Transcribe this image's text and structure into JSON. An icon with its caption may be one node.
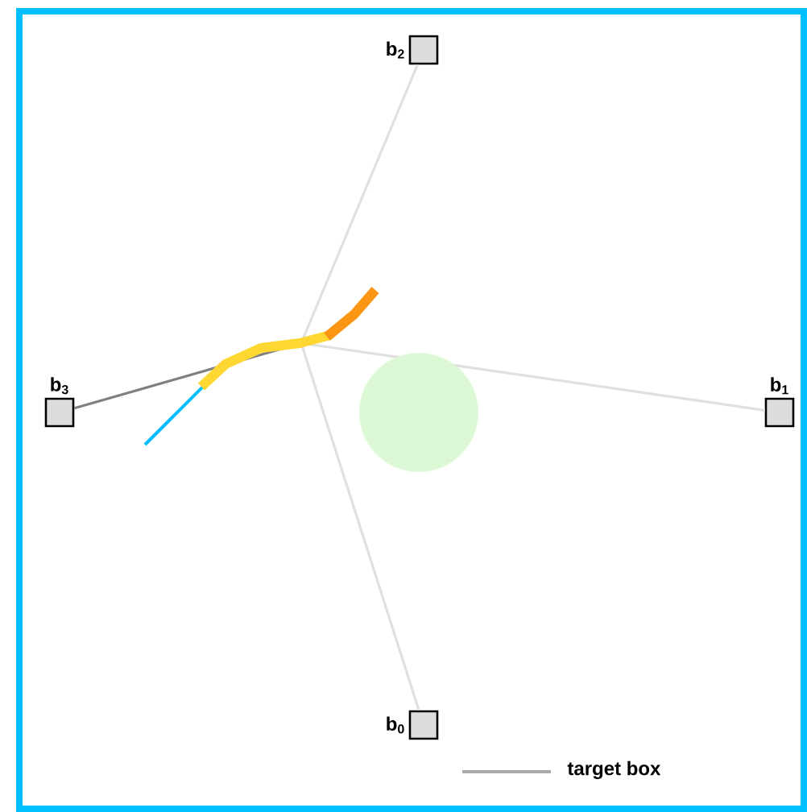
{
  "diagram": {
    "nodes": [
      {
        "text": [
          "b$_{2}$"
        ]
      },
      {
        "text": [
          "b$_{3}$"
        ]
      },
      {
        "text": [
          "b$_{1}$"
        ]
      },
      {
        "text": [
          "b$_{0}$"
        ]
      }
    ],
    "edges": [
      {
        "from": null,
        "to": 0,
        "arrow": "none"
      },
      {
        "from": null,
        "to": 1,
        "arrow": "none",
        "color": "#7f7f7f"
      },
      {
        "from": null,
        "to": 2,
        "arrow": "none"
      },
      {
        "from": null,
        "to": 3,
        "arrow": "none"
      }
    ],
    "legend": [
      {
        "text": "target box"
      }
    ]
  }
}
